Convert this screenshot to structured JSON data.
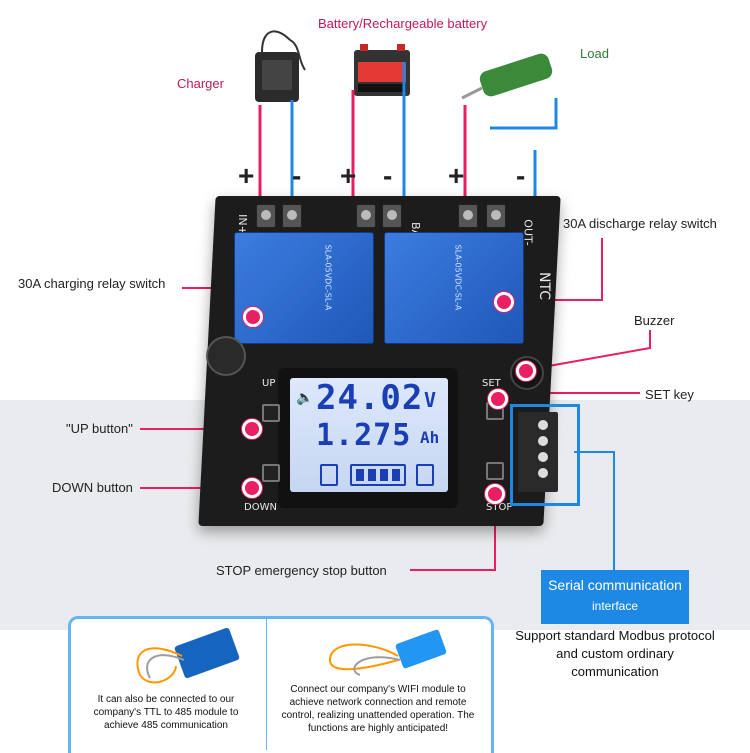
{
  "labels": {
    "battery": "Battery/Rechargeable battery",
    "charger": "Charger",
    "load": "Load",
    "charging_relay": "30A charging relay switch",
    "discharge_relay": "30A discharge relay switch",
    "buzzer": "Buzzer",
    "set_key": "SET key",
    "up_button": "\"UP button\"",
    "down_button": "DOWN button",
    "stop_button": "STOP emergency stop button"
  },
  "polarity": {
    "plus": "+",
    "minus": "-"
  },
  "board": {
    "terminal_in": "IN+",
    "terminal_bat": "BAT",
    "terminal_out": "OUT-",
    "ntc": "NTC",
    "up": "UP",
    "down": "DOWN",
    "set": "SET",
    "stop": "STOP",
    "relay1_text": "SLA-05VDC-SL-A",
    "relay2_text": "SLA-05VDC-SL-A"
  },
  "lcd": {
    "voltage": "24.02",
    "voltage_unit": "V",
    "capacity": "1.275",
    "capacity_unit": "Ah",
    "battery_bars": 4
  },
  "serial": {
    "title": "Serial communication",
    "subtitle": "interface",
    "description": "Support standard Modbus protocol and custom ordinary communication"
  },
  "bottom": {
    "left_text": "It can also be connected to our company's TTL to 485 module to achieve 485 communication",
    "right_text": "Connect our company's WIFI module to achieve network connection and remote control, realizing unattended operation. The functions are highly anticipated!"
  },
  "colors": {
    "accent_pink": "#e91e63",
    "accent_blue": "#1e88e5",
    "relay_blue": "#2f6fd1",
    "lcd_text": "#1a3fb5"
  }
}
